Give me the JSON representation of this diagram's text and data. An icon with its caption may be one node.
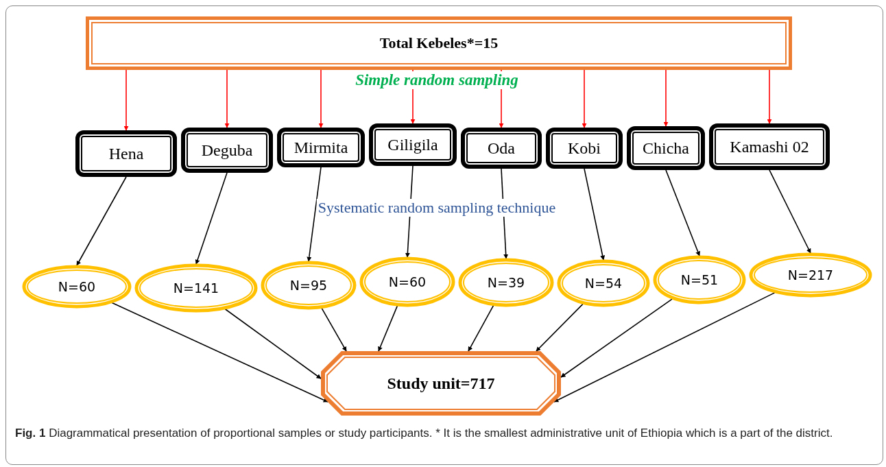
{
  "diagram": {
    "caption": "**Fig. 1** Diagrammatical presentation of proportional samples or study participants. * It is the smallest administrative unit of Ethiopia which is a part of the district.",
    "nodes": [
      {
        "text": [
          "Total Kebeles*=15"
        ]
      },
      {
        "text": [
          "Hena"
        ]
      },
      {
        "text": [
          "Deguba"
        ]
      },
      {
        "text": [
          "Mirmita"
        ]
      },
      {
        "text": [
          "Giligila"
        ]
      },
      {
        "text": [
          "Oda"
        ]
      },
      {
        "text": [
          "Kobi"
        ]
      },
      {
        "text": [
          "Chicha"
        ]
      },
      {
        "text": [
          "Kamashi 02"
        ]
      },
      {
        "text": [
          "N=60"
        ]
      },
      {
        "text": [
          "N=141"
        ]
      },
      {
        "text": [
          "N=95"
        ]
      },
      {
        "text": [
          "N=60"
        ]
      },
      {
        "text": [
          "N=39"
        ]
      },
      {
        "text": [
          "N=54"
        ]
      },
      {
        "text": [
          "N=51"
        ]
      },
      {
        "text": [
          "N=217"
        ]
      },
      {
        "text": [
          "Study unit=717"
        ]
      }
    ],
    "edges": [
      {
        "from": 0,
        "to": 1,
        "arrow": "to",
        "color": "#ff0000"
      },
      {
        "from": 0,
        "to": 2,
        "arrow": "to",
        "color": "#ff0000"
      },
      {
        "from": 0,
        "to": 3,
        "arrow": "to",
        "color": "#ff0000"
      },
      {
        "from": 0,
        "to": 4,
        "arrow": "to",
        "color": "#ff0000"
      },
      {
        "from": 0,
        "to": 5,
        "arrow": "to",
        "color": "#ff0000"
      },
      {
        "from": 0,
        "to": 6,
        "arrow": "to",
        "color": "#ff0000"
      },
      {
        "from": 0,
        "to": 7,
        "arrow": "to",
        "color": "#ff0000"
      },
      {
        "from": 0,
        "to": 8,
        "arrow": "to",
        "color": "#ff0000"
      },
      {
        "from": 1,
        "to": 9,
        "arrow": "to"
      },
      {
        "from": 2,
        "to": 10,
        "arrow": "to"
      },
      {
        "from": 3,
        "to": 11,
        "arrow": "to"
      },
      {
        "from": 4,
        "to": 12,
        "arrow": "to"
      },
      {
        "from": 5,
        "to": 13,
        "arrow": "to"
      },
      {
        "from": 6,
        "to": 14,
        "arrow": "to"
      },
      {
        "from": 7,
        "to": 15,
        "arrow": "to"
      },
      {
        "from": 8,
        "to": 16,
        "arrow": "to"
      },
      {
        "from": 9,
        "to": 17,
        "arrow": "to"
      },
      {
        "from": 10,
        "to": 17,
        "arrow": "to"
      },
      {
        "from": 11,
        "to": 17,
        "arrow": "to"
      },
      {
        "from": 12,
        "to": 17,
        "arrow": "to"
      },
      {
        "from": 13,
        "to": 17,
        "arrow": "to"
      },
      {
        "from": 14,
        "to": 17,
        "arrow": "to"
      },
      {
        "from": 15,
        "to": 17,
        "arrow": "to"
      },
      {
        "from": 16,
        "to": 17,
        "arrow": "to"
      }
    ],
    "labels": [
      "Simple random sampling",
      "Systematic random sampling technique"
    ]
  }
}
